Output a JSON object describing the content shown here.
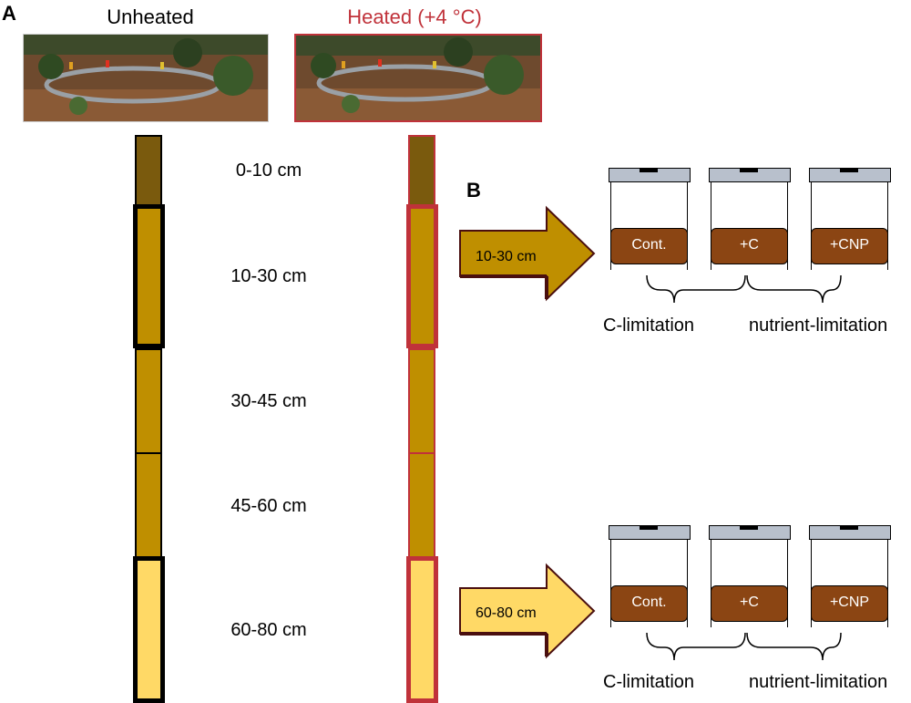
{
  "panel_a": {
    "letter": "A",
    "unheated_title": "Unheated",
    "heated_title": "Heated (+4 °C)",
    "depths": [
      "0-10 cm",
      "10-30 cm",
      "30-45 cm",
      "45-60 cm",
      "60-80 cm"
    ]
  },
  "panel_b": {
    "letter": "B",
    "arrow_top_label": "10-30 cm",
    "arrow_bottom_label": "60-80 cm",
    "jars_top": [
      "Cont.",
      "+C",
      "+CNP"
    ],
    "jars_bottom": [
      "Cont.",
      "+C",
      "+CNP"
    ],
    "c_limitation_top": "C-limitation",
    "nutrient_limitation_top": "nutrient-limitation",
    "c_limitation_bottom": "C-limitation",
    "nutrient_limitation_bottom": "nutrient-limitation"
  },
  "colors": {
    "heated_red": "#c0323a",
    "topsoil": "#7a5a0d",
    "midsoil": "#bf8f00",
    "deepsoil": "#ffd966",
    "jar_soil": "#8b4513",
    "jar_lid": "#b8c0cc"
  }
}
